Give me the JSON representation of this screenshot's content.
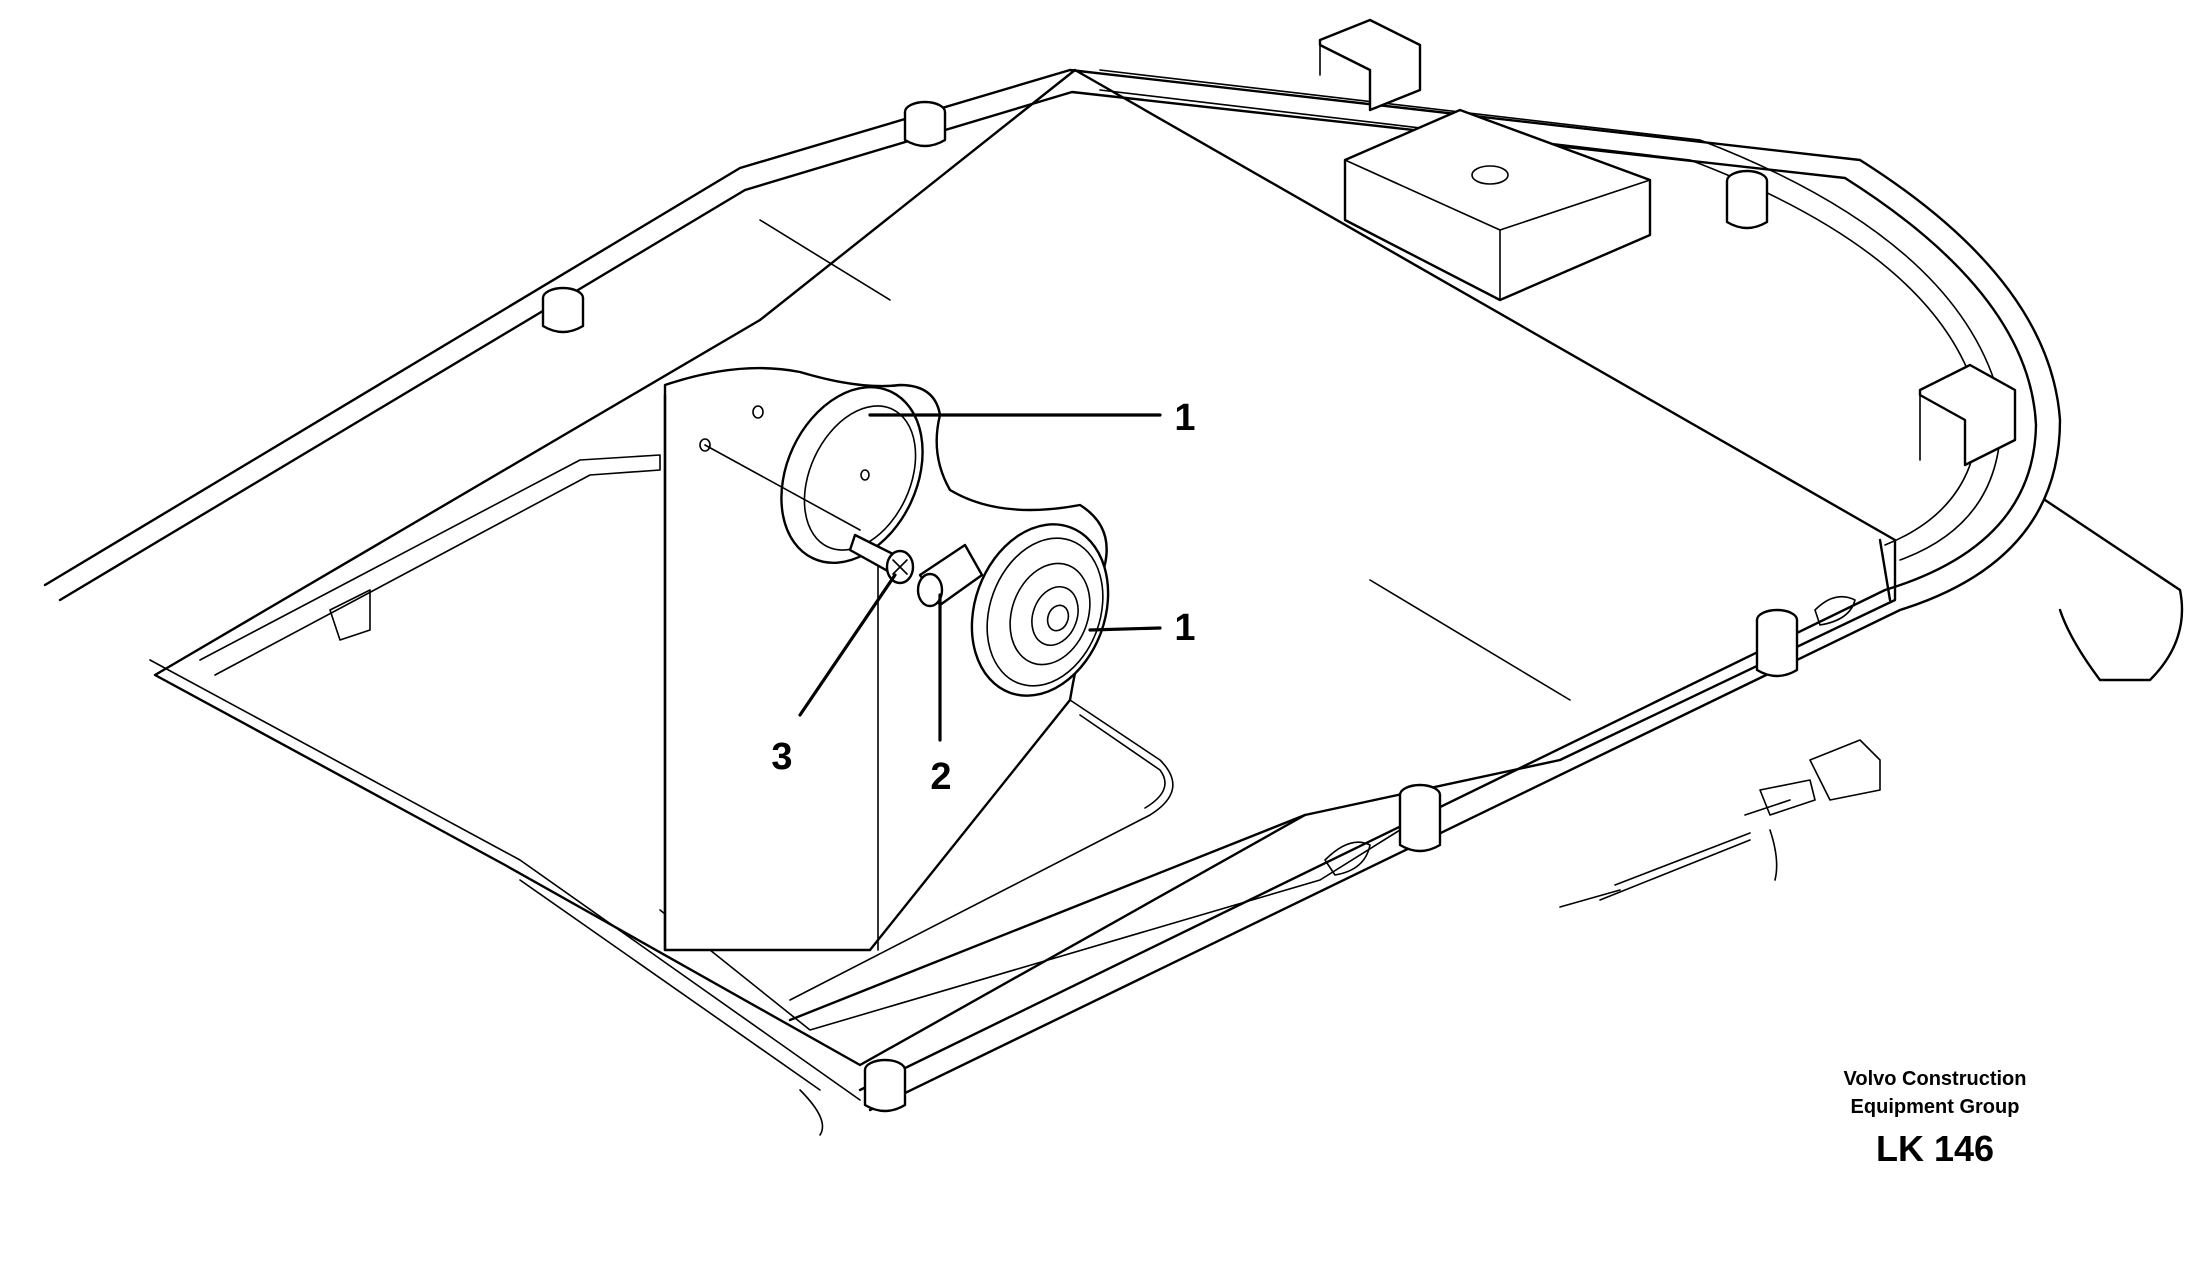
{
  "callouts": {
    "horn_upper": "1",
    "horn_lower": "1",
    "plug": "2",
    "screw": "3"
  },
  "credit": {
    "line1": "Volvo Construction",
    "line2": "Equipment Group",
    "code": "LK 146"
  }
}
